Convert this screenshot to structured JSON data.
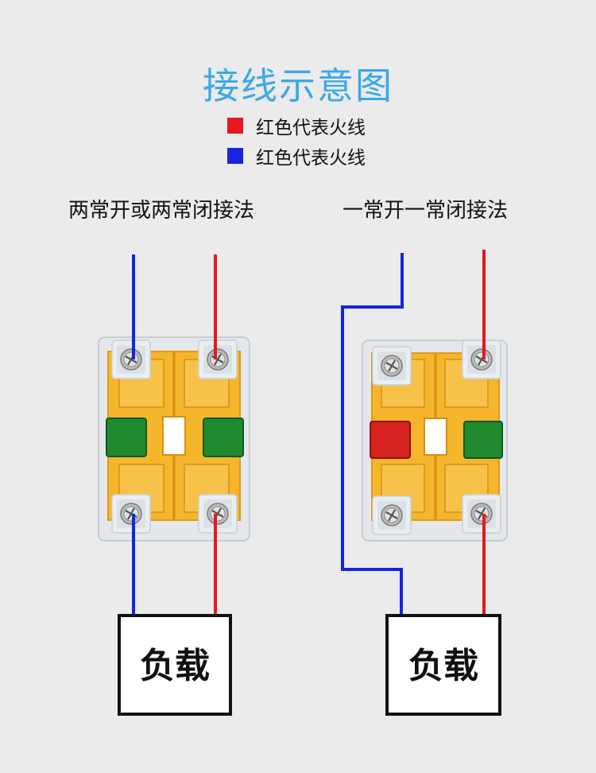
{
  "title": "接线示意图",
  "legend": [
    {
      "color": "#e8171f",
      "label": "红色代表火线"
    },
    {
      "color": "#1624e0",
      "label": "红色代表火线"
    }
  ],
  "wiring": {
    "left": {
      "title": "两常开或两常闭接法",
      "load_label": "负载"
    },
    "right": {
      "title": "一常开一常闭接法",
      "load_label": "负载"
    }
  },
  "colors": {
    "live": "#e8171f",
    "neutral": "#1624e0",
    "title": "#3aa9e6",
    "contact_body": "#f5b52c",
    "button_green": "#1f8a2e",
    "button_red": "#d6221f"
  }
}
